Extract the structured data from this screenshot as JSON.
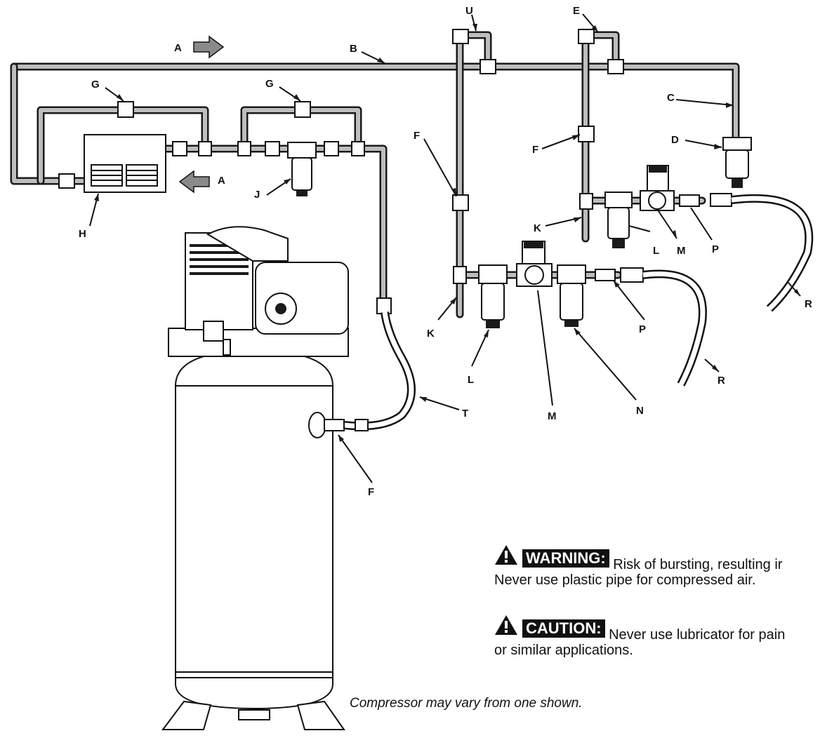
{
  "callouts": {
    "A": "A",
    "B": "B",
    "C": "C",
    "D": "D",
    "E": "E",
    "F": "F",
    "G": "G",
    "H": "H",
    "J": "J",
    "K": "K",
    "L": "L",
    "M": "M",
    "N": "N",
    "P": "P",
    "R": "R",
    "T": "T",
    "U": "U"
  },
  "warning": {
    "badge": "WARNING:",
    "line1": "Risk of bursting, resulting ir",
    "line2": "Never use plastic pipe for compressed air."
  },
  "caution": {
    "badge": "CAUTION:",
    "line1": "Never use lubricator for pain",
    "line2": "or similar applications."
  },
  "footnote": "Compressor may vary from one shown."
}
